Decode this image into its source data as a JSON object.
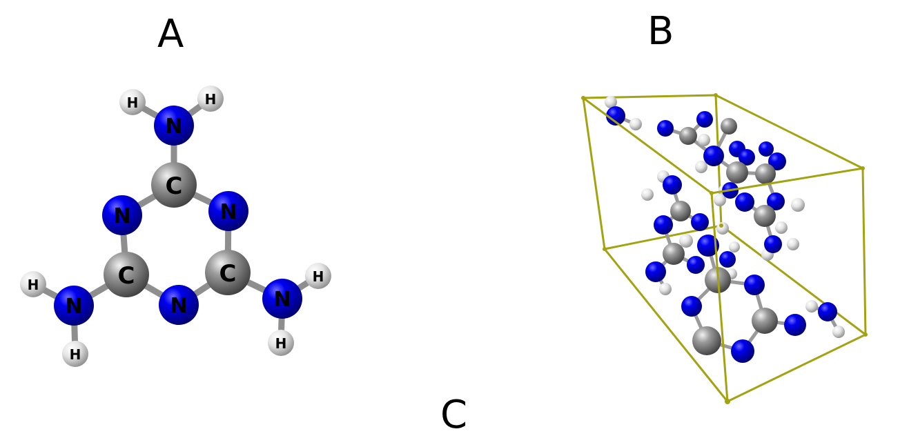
{
  "labels": {
    "a": "A",
    "b": "B",
    "c": "C"
  },
  "atom_text": {
    "carbon": "C",
    "nitrogen": "N",
    "hydrogen": "H"
  },
  "colors": {
    "carbon": "#808080",
    "nitrogen": "#0000e0",
    "hydrogen": "#e8e8e8",
    "bond": "#9a9a9a",
    "cell_edge": "#9a9a10"
  }
}
